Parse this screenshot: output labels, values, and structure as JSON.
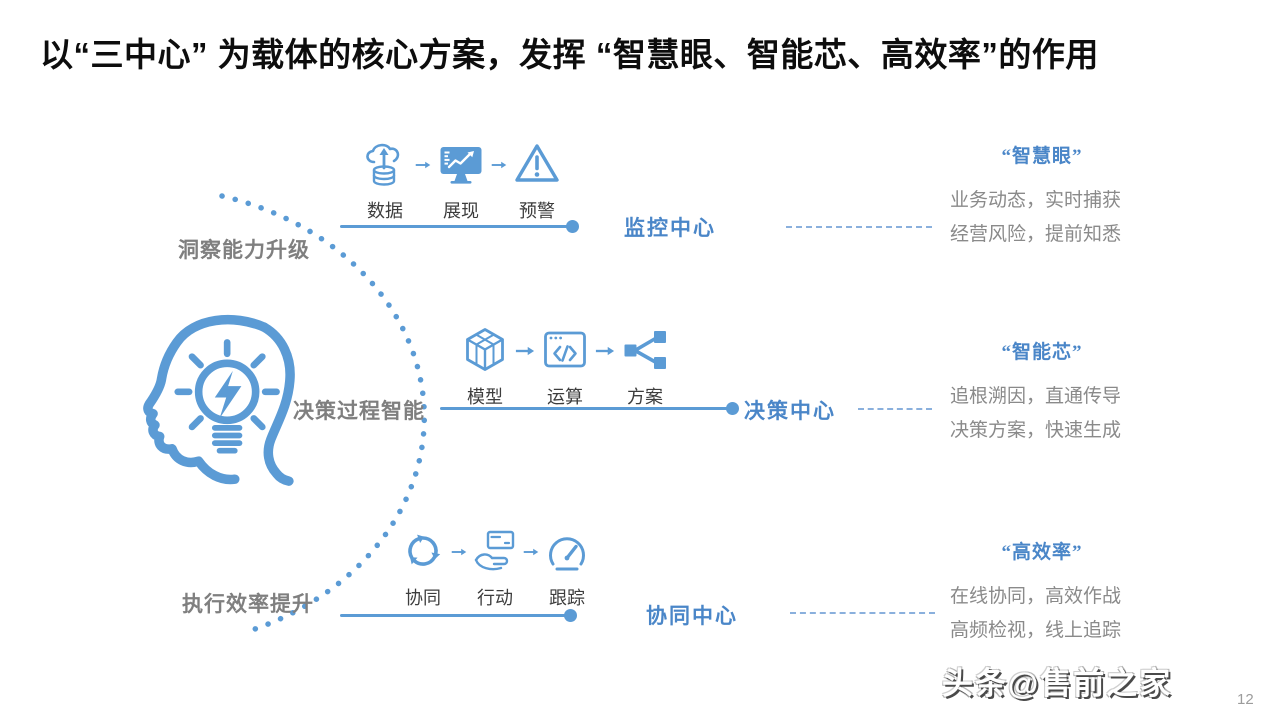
{
  "title": "以“三中心”  为载体的核心方案，发挥 “智慧眼、智能芯、高效率”的作用",
  "colors": {
    "accent": "#5B9BD5",
    "center_label_blue": "#4a86c8",
    "gray_text": "#8a8a8a",
    "side_label_gray": "#7f7f7f",
    "title_black": "#0d0d0d"
  },
  "figure": {
    "head_icon": "head-lightbulb-icon",
    "arc_icon": "dotted-arc"
  },
  "rows": [
    {
      "side_label": "洞察能力升级",
      "steps": [
        {
          "icon": "cloud-database-icon",
          "label": "数据"
        },
        {
          "icon": "monitor-chart-icon",
          "label": "展现"
        },
        {
          "icon": "warning-triangle-icon",
          "label": "预警"
        }
      ],
      "center": "监控中心",
      "callout_title": "“智慧眼”",
      "callout_lines": [
        "业务动态，实时捕获",
        "经营风险，提前知悉"
      ]
    },
    {
      "side_label": "决策过程智能",
      "steps": [
        {
          "icon": "cube-3d-icon",
          "label": "模型"
        },
        {
          "icon": "code-window-icon",
          "label": "运算"
        },
        {
          "icon": "share-nodes-icon",
          "label": "方案"
        }
      ],
      "center": "决策中心",
      "callout_title": "“智能芯”",
      "callout_lines": [
        "追根溯因，直通传导",
        "决策方案，快速生成"
      ]
    },
    {
      "side_label": "执行效率提升",
      "steps": [
        {
          "icon": "recycle-arrows-icon",
          "label": "协同"
        },
        {
          "icon": "hand-card-icon",
          "label": "行动"
        },
        {
          "icon": "gauge-icon",
          "label": "跟踪"
        }
      ],
      "center": "协同中心",
      "callout_title": "“高效率”",
      "callout_lines": [
        "在线协同，高效作战",
        "高频检视，线上追踪"
      ]
    }
  ],
  "watermark": "头条@售前之家",
  "page_number": "12"
}
